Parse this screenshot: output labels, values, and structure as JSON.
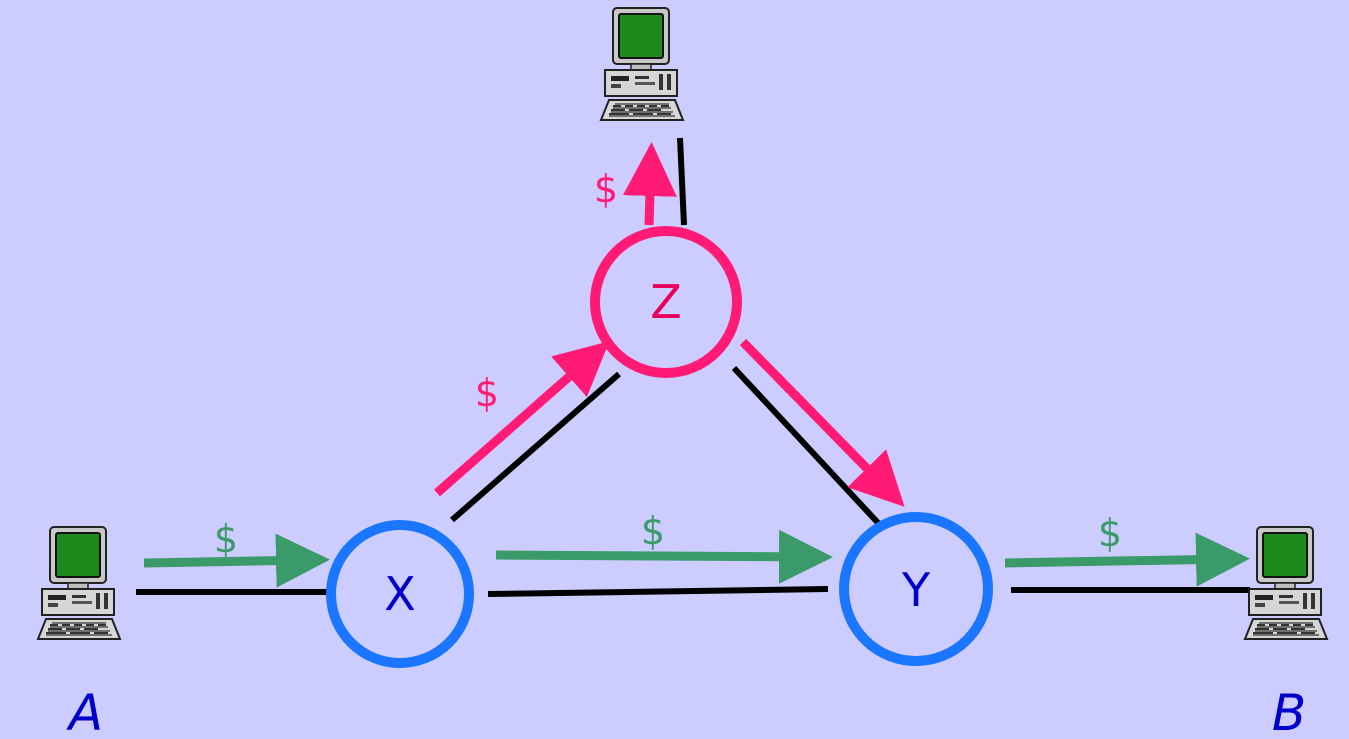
{
  "colors": {
    "background": "#ccccff",
    "link": "#000000",
    "node_xy": "#1a75ff",
    "node_z": "#ff1a75",
    "flow_green": "#3a9a6a",
    "flow_pink": "#ff1a75",
    "node_text_xy": "#0000cc",
    "node_text_z": "#e8005a",
    "host_label": "#0000cc"
  },
  "nodes": {
    "x": {
      "label": "X"
    },
    "y": {
      "label": "Y"
    },
    "z": {
      "label": "Z"
    }
  },
  "hosts": {
    "a": {
      "label": "A",
      "icon": "computer-icon"
    },
    "b": {
      "label": "B",
      "icon": "computer-icon"
    },
    "top": {
      "label": "",
      "icon": "computer-icon"
    }
  },
  "flows": {
    "a_to_x": {
      "label": "$"
    },
    "x_to_y": {
      "label": "$"
    },
    "y_to_b": {
      "label": "$"
    },
    "x_to_z": {
      "label": "$"
    },
    "z_to_host": {
      "label": "$"
    }
  }
}
